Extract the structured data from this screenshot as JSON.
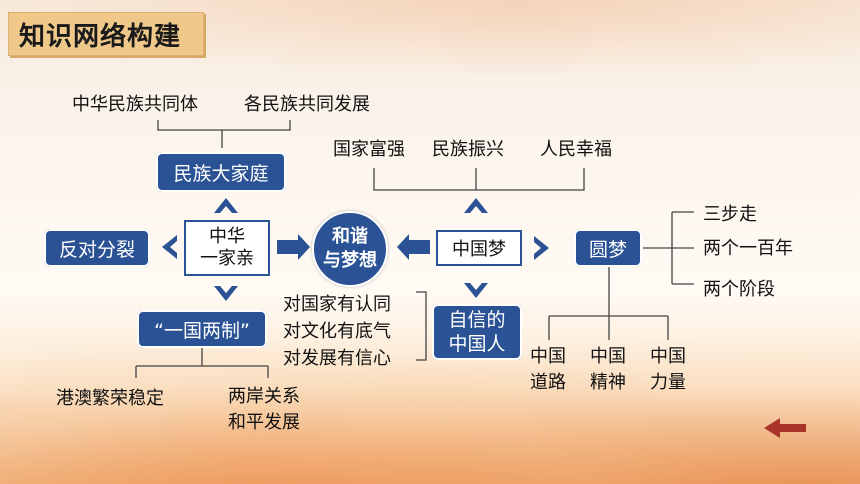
{
  "title": "知识网络构建",
  "nodes": {
    "top_left_1": "中华民族共同体",
    "top_left_2": "各民族共同发展",
    "family": "民族大家庭",
    "oppose": "反对分裂",
    "zhonghua_l1": "中华",
    "zhonghua_l2": "一家亲",
    "harmony_l1": "和谐",
    "harmony_l2": "与梦想",
    "dream": "中国梦",
    "yuanmeng": "圆梦",
    "fuqiang": "国家富强",
    "zhenxing": "民族振兴",
    "xingfu": "人民幸福",
    "sanbu": "三步走",
    "liangge": "两个一百年",
    "jieduan": "两个阶段",
    "yiguo": "“一国两制”",
    "gangao": "港澳繁荣稳定",
    "liangan_l1": "两岸关系",
    "liangan_l2": "和平发展",
    "rentong_1": "对国家有认同",
    "rentong_2": "对文化有底气",
    "rentong_3": "对发展有信心",
    "zixin_l1": "自信的",
    "zixin_l2": "中国人",
    "daolu_l1": "中国",
    "daolu_l2": "道路",
    "jingshen_l1": "中国",
    "jingshen_l2": "精神",
    "liliang_l1": "中国",
    "liliang_l2": "力量"
  },
  "colors": {
    "accent": "#2a5294",
    "title_bg": "#f0c98a",
    "back_arrow": "#a8342a"
  }
}
